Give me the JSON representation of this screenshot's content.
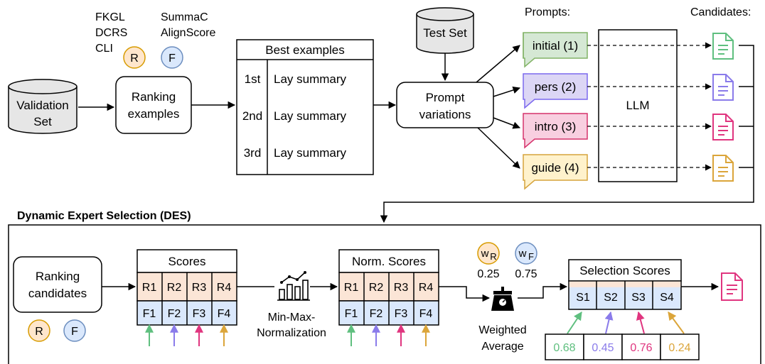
{
  "top": {
    "metrics_r": [
      "FKGL",
      "DCRS",
      "CLI"
    ],
    "metrics_f": [
      "SummaC",
      "AlignScore"
    ],
    "badge_r": "R",
    "badge_f": "F",
    "validation_set": [
      "Validation",
      "Set"
    ],
    "ranking_examples": [
      "Ranking",
      "examples"
    ],
    "best_examples": {
      "title": "Best examples",
      "rows": [
        {
          "rank": "1st",
          "text": "Lay summary"
        },
        {
          "rank": "2nd",
          "text": "Lay summary"
        },
        {
          "rank": "3rd",
          "text": "Lay summary"
        }
      ]
    },
    "test_set": "Test Set",
    "prompt_variations": [
      "Prompt",
      "variations"
    ],
    "prompts_header": "Prompts:",
    "candidates_header": "Candidates:",
    "prompts": [
      {
        "label": "initial (1)",
        "fill": "#d5e8d4",
        "stroke": "#82b366",
        "doc": "#5fbf7f"
      },
      {
        "label": "pers (2)",
        "fill": "#dcd6f5",
        "stroke": "#7b68ee",
        "doc": "#8a7bea"
      },
      {
        "label": "intro (3)",
        "fill": "#f8cfe0",
        "stroke": "#d6336c",
        "doc": "#e0357f"
      },
      {
        "label": "guide (4)",
        "fill": "#fff2cc",
        "stroke": "#d6a33c",
        "doc": "#dba53a"
      }
    ],
    "llm": "LLM"
  },
  "des": {
    "title": "Dynamic Expert Selection (DES)",
    "ranking_candidates": [
      "Ranking",
      "candidates"
    ],
    "badge_r": "R",
    "badge_f": "F",
    "scores": {
      "title": "Scores",
      "r": [
        "R1",
        "R2",
        "R3",
        "R4"
      ],
      "f": [
        "F1",
        "F2",
        "F3",
        "F4"
      ]
    },
    "normalization": [
      "Min-Max-",
      "Normalization"
    ],
    "norm_scores": {
      "title": "Norm. Scores",
      "r": [
        "R1",
        "R2",
        "R3",
        "R4"
      ],
      "f": [
        "F1",
        "F2",
        "F3",
        "F4"
      ]
    },
    "weights": [
      {
        "symbol": "w",
        "sub": "R",
        "value": "0.25"
      },
      {
        "symbol": "w",
        "sub": "F",
        "value": "0.75"
      }
    ],
    "weighted_average": [
      "Weighted",
      "Average"
    ],
    "selection_scores": {
      "title": "Selection Scores",
      "cells": [
        "S1",
        "S2",
        "S3",
        "S4"
      ]
    },
    "results": [
      {
        "value": "0.68",
        "color": "#5fbf7f"
      },
      {
        "value": "0.45",
        "color": "#8a7bea"
      },
      {
        "value": "0.76",
        "color": "#e0357f"
      },
      {
        "value": "0.24",
        "color": "#dba53a"
      }
    ],
    "selected_doc_color": "#e0357f"
  },
  "colors": {
    "r_fill": "#fbe5d6",
    "f_fill": "#dae8fc",
    "badge_r_fill": "#ffe6cc",
    "badge_r_stroke": "#d79b00",
    "badge_f_fill": "#dae8fc",
    "badge_f_stroke": "#6c8ebf",
    "cylinder_fill": "#e6e6e6",
    "arrow_green": "#5fbf7f",
    "arrow_purple": "#8a7bea",
    "arrow_pink": "#e0357f",
    "arrow_gold": "#dba53a"
  },
  "icons": [
    "bar-chart-icon",
    "scale-icon",
    "document-icon"
  ]
}
